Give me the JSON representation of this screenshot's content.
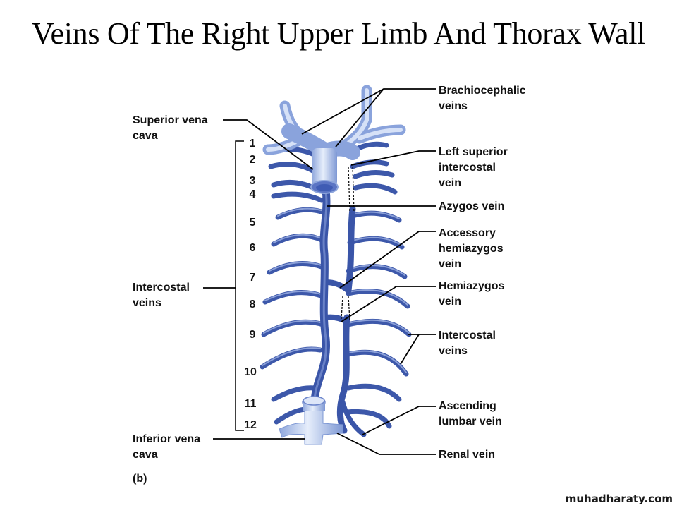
{
  "title": "Veins Of The Right Upper Limb And Thorax Wall",
  "panel_label": "(b)",
  "watermark": "muhadharaty.com",
  "colors": {
    "vein_dark": "#3a55a8",
    "vein_mid": "#5b75c4",
    "vein_light": "#b9c9ec",
    "vena_cava": "#a8bde8",
    "leader_line": "#000000"
  },
  "labels_left": [
    {
      "id": "superior-vena-cava",
      "text": "Superior vena\ncava"
    },
    {
      "id": "intercostal-veins-left",
      "text": "Intercostal\nveins"
    },
    {
      "id": "inferior-vena-cava",
      "text": "Inferior vena\ncava"
    }
  ],
  "labels_right": [
    {
      "id": "brachiocephalic-veins",
      "text": "Brachiocephalic\nveins"
    },
    {
      "id": "left-superior-intercostal-vein",
      "text": "Left superior\nintercostal\nvein"
    },
    {
      "id": "azygos-vein",
      "text": "Azygos vein"
    },
    {
      "id": "accessory-hemiazygos-vein",
      "text": "Accessory\nhemiazygos\nvein"
    },
    {
      "id": "hemiazygos-vein",
      "text": "Hemiazygos\nvein"
    },
    {
      "id": "intercostal-veins-right",
      "text": "Intercostal\nveins"
    },
    {
      "id": "ascending-lumbar-vein",
      "text": "Ascending\nlumbar vein"
    },
    {
      "id": "renal-vein",
      "text": "Renal vein"
    }
  ],
  "rib_numbers": [
    "1",
    "2",
    "3",
    "4",
    "5",
    "6",
    "7",
    "8",
    "9",
    "10",
    "11",
    "12"
  ]
}
